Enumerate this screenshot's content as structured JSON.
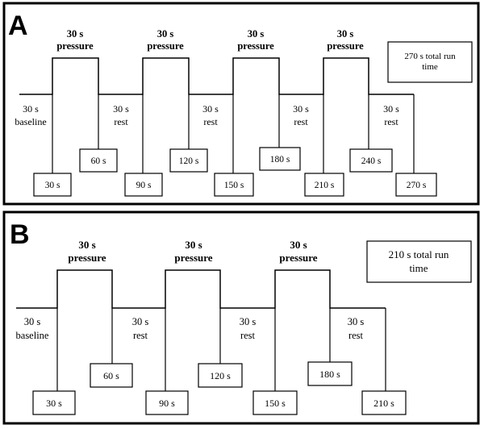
{
  "panels": [
    {
      "letter": "A",
      "pressure_label": [
        "30 s",
        "pressure"
      ],
      "baseline_label": [
        "30 s",
        "baseline"
      ],
      "rest_label": [
        "30 s",
        "rest"
      ],
      "total_box": [
        "270 s total run",
        "time"
      ],
      "pressure_count": 4,
      "time_marks": [
        "30 s",
        "60 s",
        "90 s",
        "120 s",
        "150 s",
        "180 s",
        "210 s",
        "240 s",
        "270 s"
      ]
    },
    {
      "letter": "B",
      "pressure_label": [
        "30 s",
        "pressure"
      ],
      "baseline_label": [
        "30 s",
        "baseline"
      ],
      "rest_label": [
        "30 s",
        "rest"
      ],
      "total_box": [
        "210 s total run",
        "time"
      ],
      "pressure_count": 3,
      "time_marks": [
        "30 s",
        "60 s",
        "90 s",
        "120 s",
        "150 s",
        "180 s",
        "210 s"
      ]
    }
  ]
}
